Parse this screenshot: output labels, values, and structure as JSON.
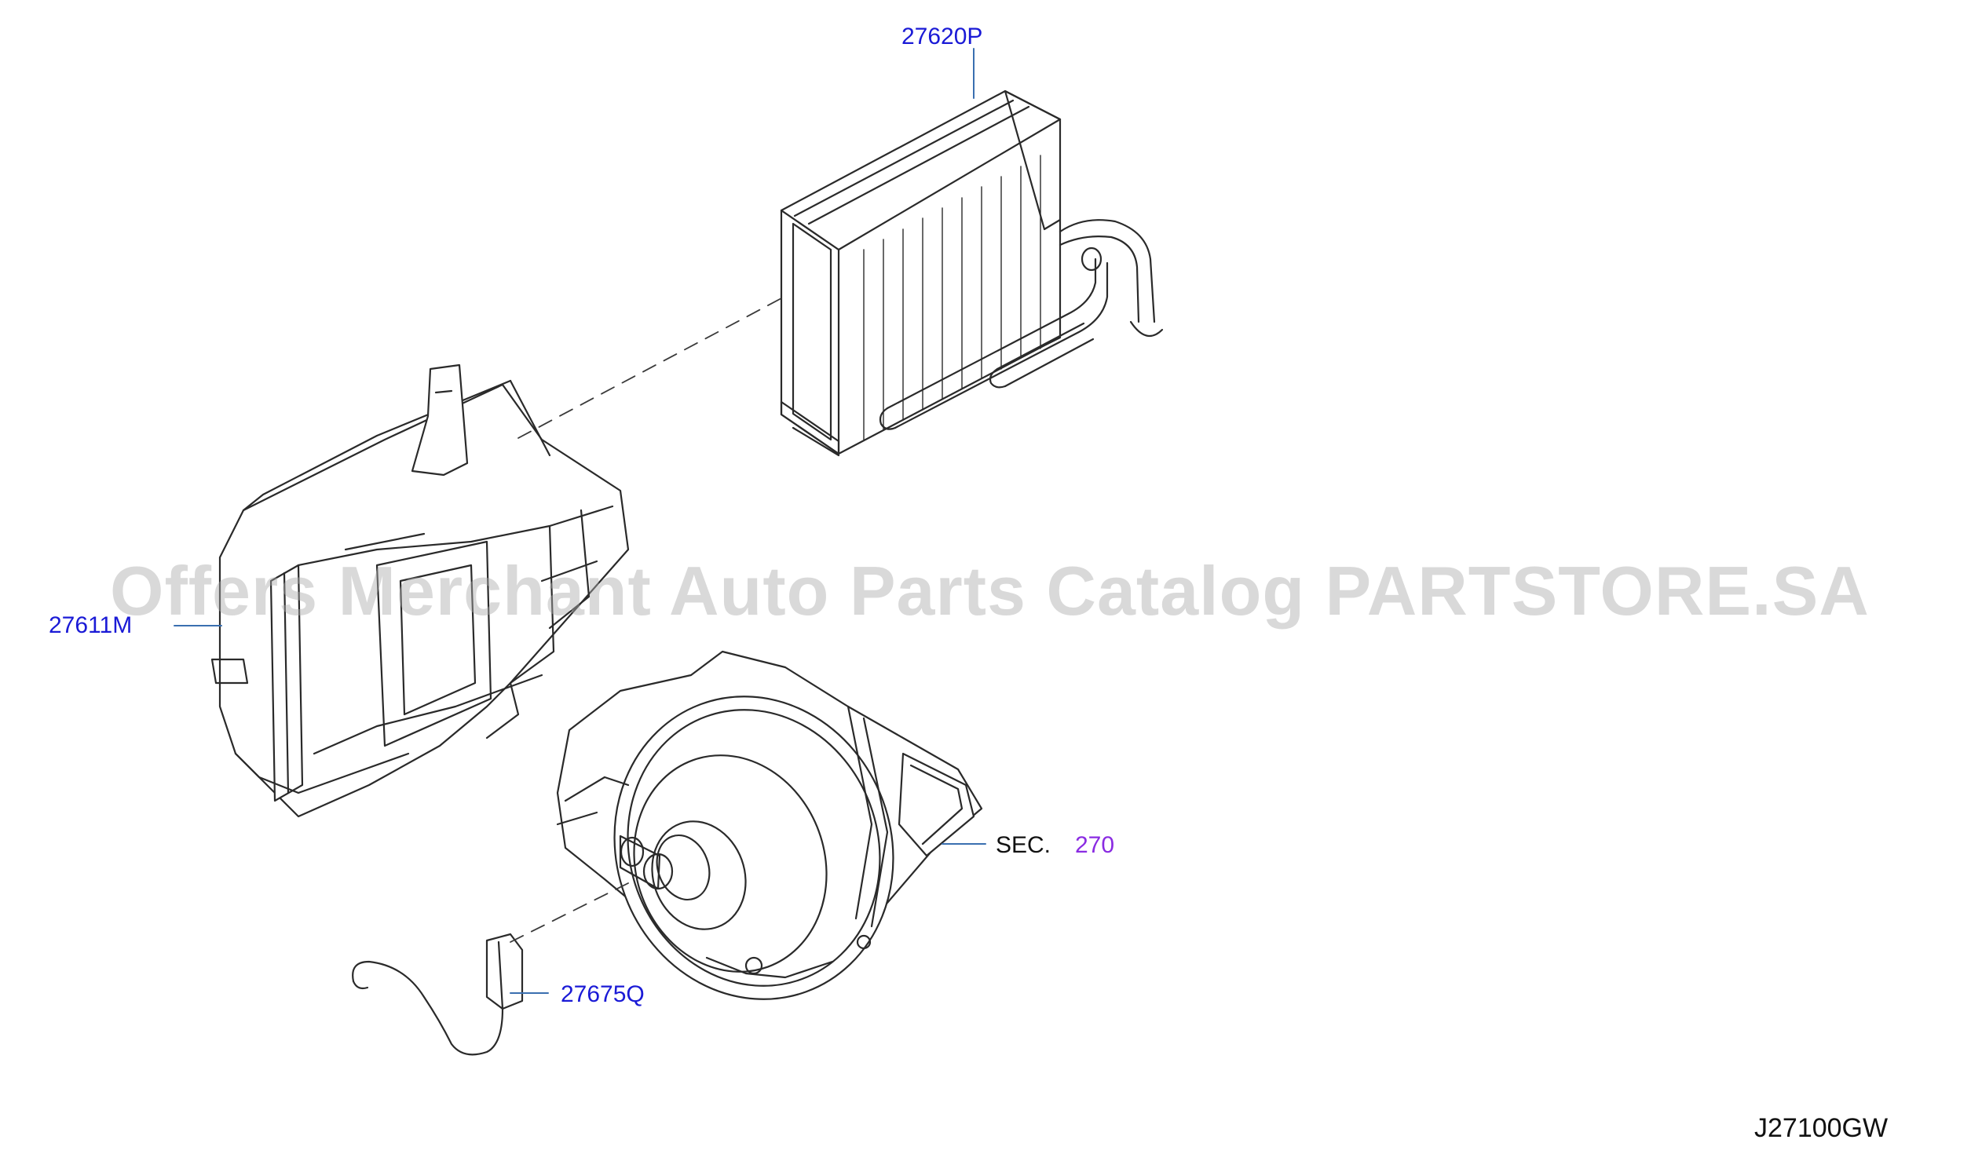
{
  "parts": {
    "evaporator": "27620P",
    "heater_unit": "27611M",
    "sensor": "27675Q"
  },
  "section_ref": {
    "prefix": "SEC.",
    "number": "270"
  },
  "diagram_code": "J27100GW",
  "watermark": "Offers Merchant Auto Parts Catalog PARTSTORE.SA",
  "colors": {
    "part_link": "#1a1ad6",
    "section_link": "#8a2be2",
    "line": "#2a2a2a",
    "leader": "#3a6fb0"
  }
}
